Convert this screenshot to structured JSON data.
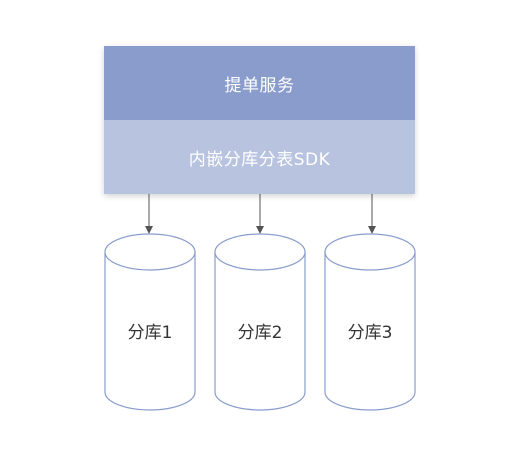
{
  "service": {
    "label": "提单服务"
  },
  "sdk": {
    "label": "内嵌分库分表SDK"
  },
  "databases": [
    {
      "label": "分库1"
    },
    {
      "label": "分库2"
    },
    {
      "label": "分库3"
    }
  ],
  "colors": {
    "service_fill": "#8a9ccc",
    "sdk_fill": "#b8c3e0",
    "db_stroke": "#8a9ccc",
    "arrow": "#555555"
  }
}
